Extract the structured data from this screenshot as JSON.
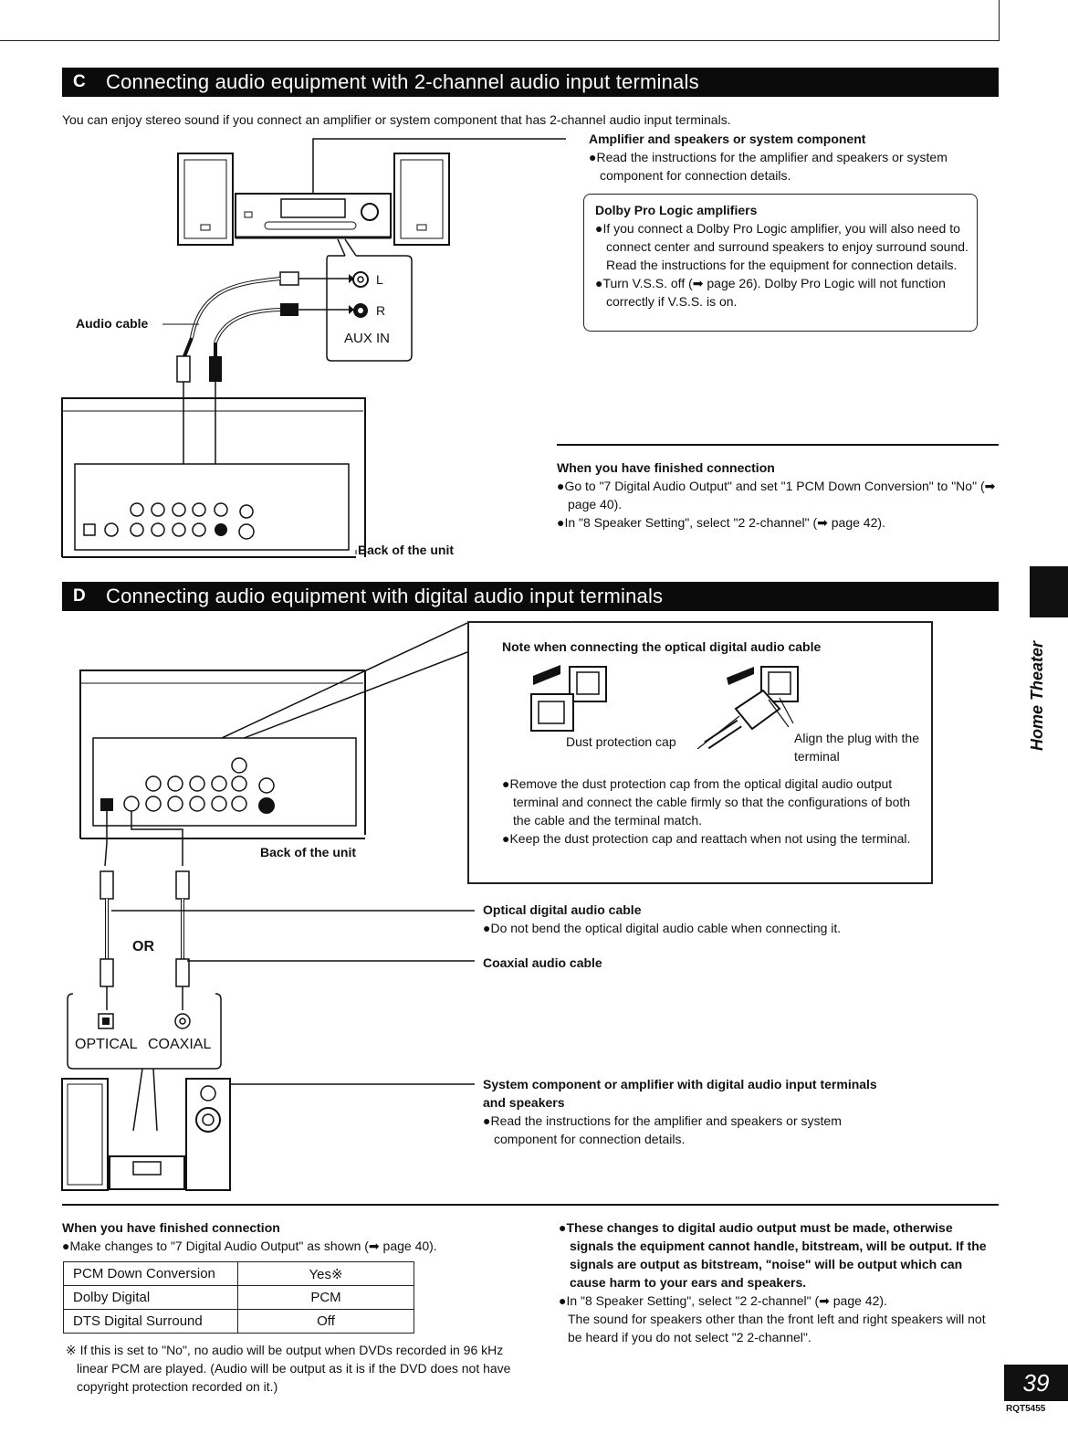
{
  "section_c": {
    "letter": "C",
    "title": "Connecting audio equipment with 2-channel audio input terminals",
    "intro": "You can enjoy stereo sound if you connect an amplifier or system component that has 2-channel audio input terminals.",
    "amp_label": "Amplifier and speakers or system component",
    "amp_note": "●Read the instructions for the amplifier and speakers or system component for connection details.",
    "dolby_box": {
      "title": "Dolby Pro Logic amplifiers",
      "item1": "●If you connect a Dolby Pro Logic amplifier, you will also need to connect center and surround speakers to enjoy surround sound. Read the instructions for the equipment for connection details.",
      "item2": "●Turn V.S.S. off (➡ page 26). Dolby Pro Logic will not function correctly if V.S.S. is on."
    },
    "audio_cable_label": "Audio cable",
    "aux_l": "L",
    "aux_r": "R",
    "aux_in": "AUX IN",
    "back_label": "Back of the unit",
    "finished": {
      "heading": "When you have finished connection",
      "item1": "●Go to \"7 Digital Audio Output\" and set \"1 PCM Down Conversion\" to \"No\" (➡ page 40).",
      "item2": "●In \"8 Speaker Setting\", select \"2 2-channel\" (➡ page 42)."
    }
  },
  "section_d": {
    "letter": "D",
    "title": "Connecting audio equipment with digital audio input terminals",
    "note_box": {
      "title": "Note when connecting the optical digital audio cable",
      "dust_cap": "Dust protection cap",
      "align": "Align the plug with the terminal",
      "item1": "●Remove the dust protection cap from the optical digital audio output terminal and connect the cable firmly so that the configurations of both the cable and the terminal match.",
      "item2": "●Keep the dust protection cap and reattach when not using the terminal."
    },
    "back_label": "Back of the unit",
    "optical_label": "Optical digital audio cable",
    "optical_note": "●Do not bend the optical digital audio cable when connecting it.",
    "or_label": "OR",
    "coaxial_label": "Coaxial audio cable",
    "optical_term": "OPTICAL",
    "coaxial_term": "COAXIAL",
    "system_label": "System component or amplifier with digital audio input terminals and speakers",
    "system_note": "●Read the instructions for the amplifier and speakers or system component for connection details."
  },
  "bottom": {
    "heading": "When you have finished connection",
    "intro": "●Make changes to \"7 Digital Audio Output\" as shown (➡ page 40).",
    "table": [
      [
        "PCM Down Conversion",
        "Yes※"
      ],
      [
        "Dolby Digital",
        "PCM"
      ],
      [
        "DTS Digital Surround",
        "Off"
      ]
    ],
    "footnote": "※ If this is set to \"No\", no audio will be output when DVDs recorded in 96 kHz linear PCM are played. (Audio will be output as it is if the DVD does not have copyright protection recorded on it.)",
    "warning": "●These changes to digital audio output must be made, otherwise signals the equipment cannot handle, bitstream, will be output. If the signals are output as bitstream, \"noise\" will be output which can cause harm to your ears and speakers.",
    "speaker_item": "●In \"8 Speaker Setting\", select \"2 2-channel\" (➡ page 42).",
    "speaker_note": "The sound for speakers other than the front left and right speakers will not be heard if you do not select \"2 2-channel\"."
  },
  "side_tab": "Home Theater",
  "page_number": "39",
  "doc_code": "RQT5455"
}
